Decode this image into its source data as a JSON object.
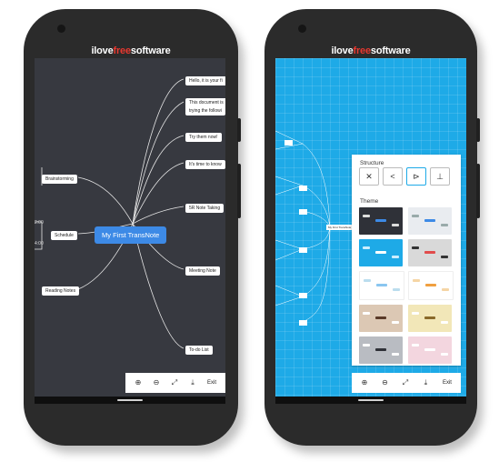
{
  "brand": {
    "part1": "ilove",
    "part2": "free",
    "part3": "software"
  },
  "left": {
    "center": "My First TransNote",
    "right_nodes": [
      "Hello, it is your fi",
      "This document is",
      "trying the followi",
      "Try them now!",
      "It's time to know",
      "5R Note Taking",
      "Meeting Note",
      "To-do List"
    ],
    "left_nodes": [
      "Brainstorming",
      "Schedule",
      "Reading Notes"
    ],
    "schedule_times": [
      "2:00",
      "4:00"
    ],
    "toolbar": {
      "zoom_in": "⊕",
      "zoom_out": "⊖",
      "fit": "⤢",
      "download": "⤓",
      "exit": "Exit"
    }
  },
  "right": {
    "center": "My First TransNote",
    "panel": {
      "structure_title": "Structure",
      "theme_title": "Theme",
      "structures": [
        "balanced",
        "left",
        "right",
        "org"
      ]
    },
    "toolbar": {
      "zoom_in": "⊕",
      "zoom_out": "⊖",
      "fit": "⤢",
      "download": "⤓",
      "exit": "Exit"
    }
  },
  "colors": {
    "left_bg": "#373940",
    "right_bg": "#1eaae7",
    "accent_node": "#3d8ae6",
    "brand_free": "#e8382f"
  }
}
